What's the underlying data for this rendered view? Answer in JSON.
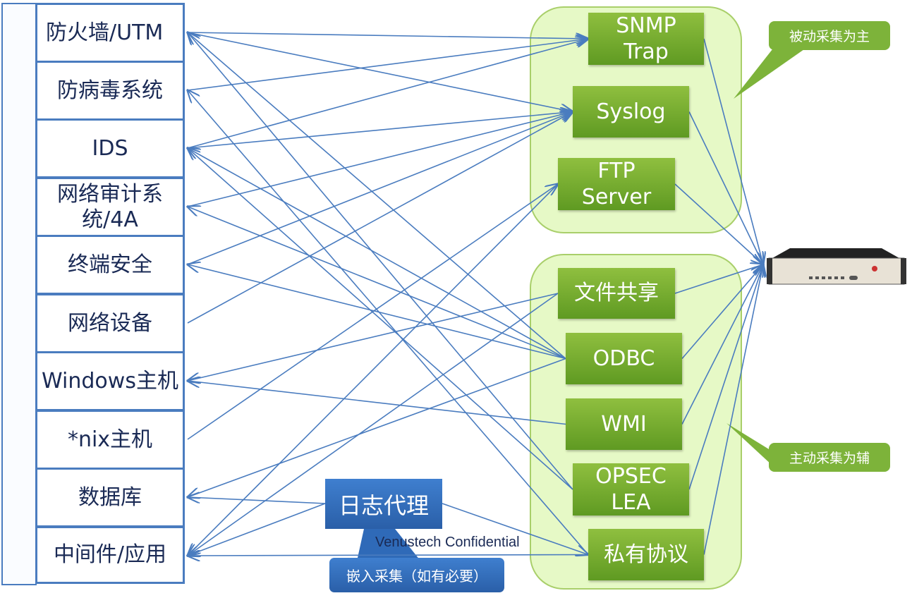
{
  "sources": [
    {
      "id": "fw",
      "label": "防火墙/UTM"
    },
    {
      "id": "av",
      "label": "防病毒系统"
    },
    {
      "id": "ids",
      "label": "IDS"
    },
    {
      "id": "audit",
      "label": "网络审计系统/4A"
    },
    {
      "id": "endpoint",
      "label": "终端安全"
    },
    {
      "id": "netdev",
      "label": "网络设备"
    },
    {
      "id": "win",
      "label": "Windows主机"
    },
    {
      "id": "nix",
      "label": "*nix主机"
    },
    {
      "id": "db",
      "label": "数据库"
    },
    {
      "id": "mw",
      "label": "中间件/应用"
    }
  ],
  "protocols": [
    {
      "id": "snmp",
      "label": "SNMP Trap"
    },
    {
      "id": "syslog",
      "label": "Syslog"
    },
    {
      "id": "ftp",
      "label": "FTP Server"
    },
    {
      "id": "share",
      "label": "文件共享"
    },
    {
      "id": "odbc",
      "label": "ODBC"
    },
    {
      "id": "wmi",
      "label": "WMI"
    },
    {
      "id": "opsec",
      "label": "OPSEC LEA"
    },
    {
      "id": "private",
      "label": "私有协议"
    }
  ],
  "agent": {
    "label": "日志代理",
    "note": "嵌入采集（如有必要）"
  },
  "callouts": {
    "passive": "被动采集为主",
    "active": "主动采集为辅"
  },
  "watermark": "Venustech Confidential",
  "edges": [
    [
      "fw",
      "snmp"
    ],
    [
      "fw",
      "syslog"
    ],
    [
      "odbc",
      "fw"
    ],
    [
      "opsec",
      "fw"
    ],
    [
      "av",
      "snmp"
    ],
    [
      "private",
      "av"
    ],
    [
      "ids",
      "snmp"
    ],
    [
      "ids",
      "syslog"
    ],
    [
      "opsec",
      "ids"
    ],
    [
      "odbc",
      "ids"
    ],
    [
      "audit",
      "syslog"
    ],
    [
      "odbc",
      "audit"
    ],
    [
      "endpoint",
      "syslog"
    ],
    [
      "odbc",
      "endpoint"
    ],
    [
      "netdev",
      "syslog"
    ],
    [
      "share",
      "win"
    ],
    [
      "wmi",
      "win"
    ],
    [
      "nix",
      "ftp"
    ],
    [
      "odbc",
      "db"
    ],
    [
      "agent",
      "db"
    ],
    [
      "ftp",
      "mw"
    ],
    [
      "private",
      "mw"
    ],
    [
      "share",
      "mw"
    ],
    [
      "agent",
      "mw"
    ],
    [
      "agent",
      "private"
    ],
    [
      "snmp",
      "device"
    ],
    [
      "syslog",
      "device"
    ],
    [
      "ftp",
      "device"
    ],
    [
      "share",
      "device"
    ],
    [
      "odbc",
      "device"
    ],
    [
      "wmi",
      "device"
    ],
    [
      "opsec",
      "device"
    ],
    [
      "private",
      "device"
    ]
  ],
  "colors": {
    "line": "#4a7cbf",
    "protocol": "#6fa82c",
    "group": "#e6f9c6",
    "agent": "#2f6ab8"
  }
}
